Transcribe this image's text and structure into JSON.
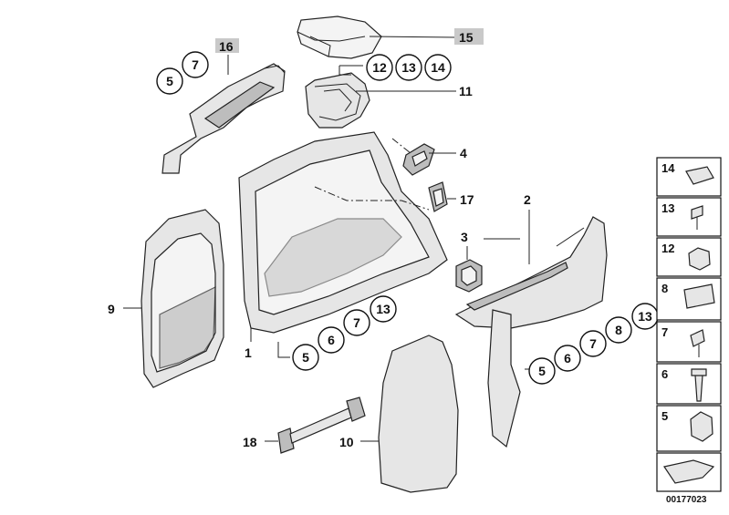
{
  "labels": {
    "l1": "1",
    "l2": "2",
    "l3": "3",
    "l4": "4",
    "l9": "9",
    "l10": "10",
    "l11": "11",
    "l15": "15",
    "l16": "16",
    "l17": "17",
    "l18": "18"
  },
  "circles": {
    "top_left": [
      "5",
      "7"
    ],
    "top_mid": [
      "12",
      "13",
      "14"
    ],
    "bottom_mid": [
      "5",
      "6",
      "7",
      "13"
    ],
    "bottom_right": [
      "5",
      "6",
      "7",
      "8",
      "13"
    ]
  },
  "sidebar": [
    "14",
    "13",
    "12",
    "8",
    "7",
    "6",
    "5"
  ],
  "diagram_code": "00177023"
}
